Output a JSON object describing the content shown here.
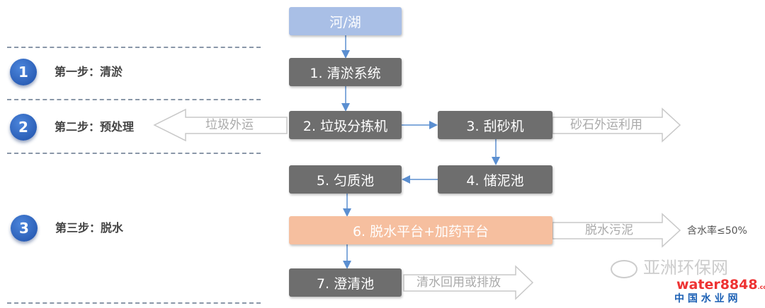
{
  "steps": [
    {
      "num": "1",
      "label": "第一步：清淤"
    },
    {
      "num": "2",
      "label": "第二步：预处理"
    },
    {
      "num": "3",
      "label": "第三步：脱水"
    }
  ],
  "nodes": {
    "source": "河/湖",
    "n1": "1. 清淤系统",
    "n2": "2. 垃圾分拣机",
    "n3": "3. 刮砂机",
    "n4": "4. 储泥池",
    "n5": "5. 匀质池",
    "n6": "6. 脱水平台+加药平台",
    "n7": "7. 澄清池"
  },
  "outputs": {
    "garbage": "垃圾外运",
    "sand": "砂石外运利用",
    "sludge": "脱水污泥",
    "sludge_note": "含水率≤50%",
    "water": "清水回用或排放"
  },
  "watermark": {
    "wechat": "亚洲环保网",
    "brand": "water8848",
    "domain": ".com",
    "cn": "中 国 水 业 网"
  },
  "colors": {
    "source": "#a9bfe6",
    "node": "#6e6e6e",
    "highlight": "#f6bf9f",
    "connector": "#5b8fd1"
  }
}
